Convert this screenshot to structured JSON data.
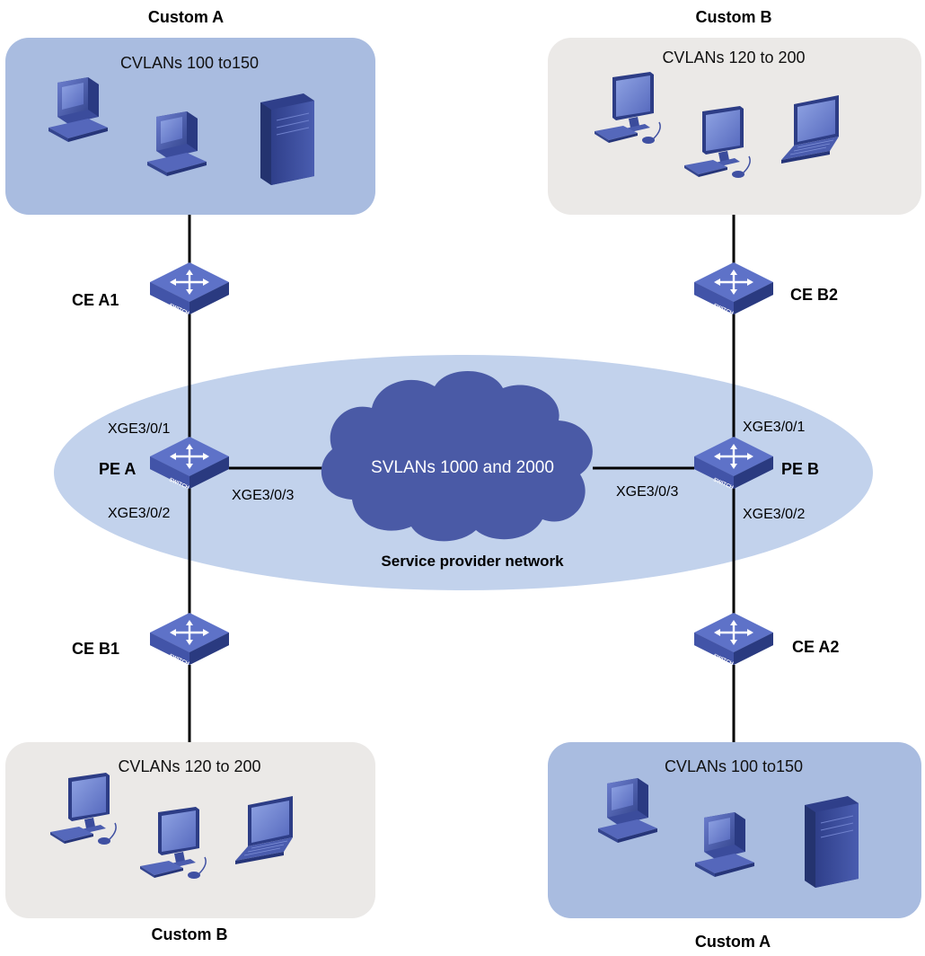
{
  "groups": {
    "top_left": {
      "customer": "Custom A",
      "vlans": "CVLANs 100 to150"
    },
    "top_right": {
      "customer": "Custom B",
      "vlans": "CVLANs 120 to 200"
    },
    "bottom_left": {
      "customer": "Custom B",
      "vlans": "CVLANs 120 to 200"
    },
    "bottom_right": {
      "customer": "Custom A",
      "vlans": "CVLANs 100 to150"
    }
  },
  "devices": {
    "ce_a1": "CE A1",
    "ce_b2": "CE B2",
    "ce_b1": "CE B1",
    "ce_a2": "CE A2",
    "pe_a": "PE A",
    "pe_b": "PE B"
  },
  "switch_badge": "SWITCH",
  "ports": {
    "pe_a_uplink": "XGE3/0/1",
    "pe_a_downlink": "XGE3/0/2",
    "pe_a_core": "XGE3/0/3",
    "pe_b_uplink": "XGE3/0/1",
    "pe_b_downlink": "XGE3/0/2",
    "pe_b_core": "XGE3/0/3"
  },
  "cloud_label": "SVLANs 1000 and  2000",
  "network_label": "Service provider network",
  "colors": {
    "customer_a_bg": "#a9bce0",
    "customer_b_bg": "#ebe9e7",
    "provider_ellipse": "#c2d2ec",
    "cloud": "#4a5aa6",
    "device": "#3e4fa0",
    "link": "#000000"
  }
}
